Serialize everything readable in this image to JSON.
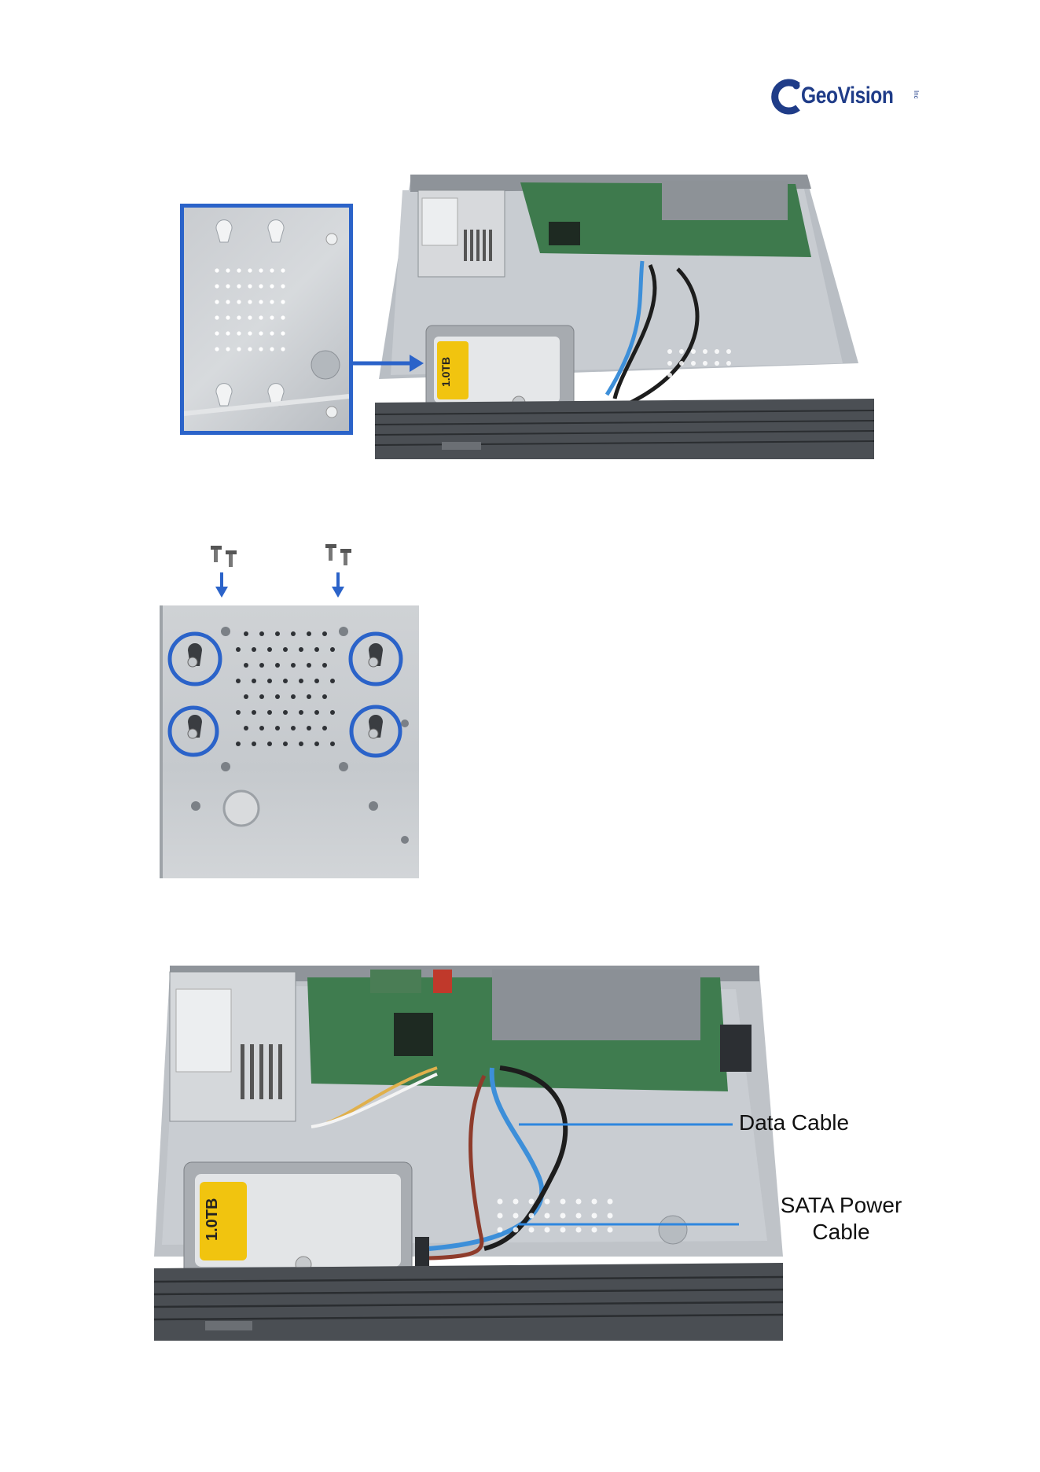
{
  "brand": {
    "name": "GeoVision",
    "suffix": "Inc"
  },
  "figure1": {
    "hdd_label": "1.0TB"
  },
  "figure3": {
    "callouts": [
      {
        "id": "data-cable",
        "text": "Data Cable"
      },
      {
        "id": "sata-power-cable",
        "line1": "SATA Power",
        "line2": "Cable"
      }
    ],
    "hdd_label": "1.0TB"
  },
  "colors": {
    "callout_line": "#2e86de",
    "highlight": "#2b63c9",
    "brand": "#1f3c88"
  }
}
